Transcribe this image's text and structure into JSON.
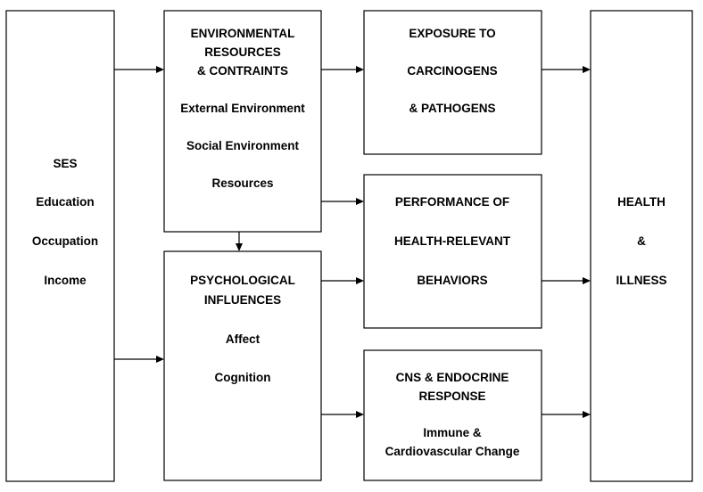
{
  "diagram": {
    "ses": {
      "title": "SES",
      "lines": [
        "Education",
        "Occupation",
        "Income"
      ]
    },
    "environmental": {
      "title_lines": [
        "ENVIRONMENTAL",
        "RESOURCES",
        "& CONTRAINTS"
      ],
      "lines": [
        "External Environment",
        "Social Environment",
        "Resources"
      ]
    },
    "psychological": {
      "title_lines": [
        "PSYCHOLOGICAL",
        "INFLUENCES"
      ],
      "lines": [
        "Affect",
        "Cognition"
      ]
    },
    "exposure": {
      "title_lines": [
        "EXPOSURE TO",
        "CARCINOGENS",
        "& PATHOGENS"
      ]
    },
    "performance": {
      "title_lines": [
        "PERFORMANCE OF",
        "HEALTH-RELEVANT",
        "BEHAVIORS"
      ]
    },
    "cns": {
      "title_lines": [
        "CNS & ENDOCRINE",
        "RESPONSE"
      ],
      "lines": [
        "Immune &",
        "Cardiovascular Change"
      ]
    },
    "health": {
      "title_lines": [
        "HEALTH",
        "&",
        "ILLNESS"
      ]
    }
  },
  "colors": {
    "stroke": "#000000",
    "background": "#ffffff"
  }
}
